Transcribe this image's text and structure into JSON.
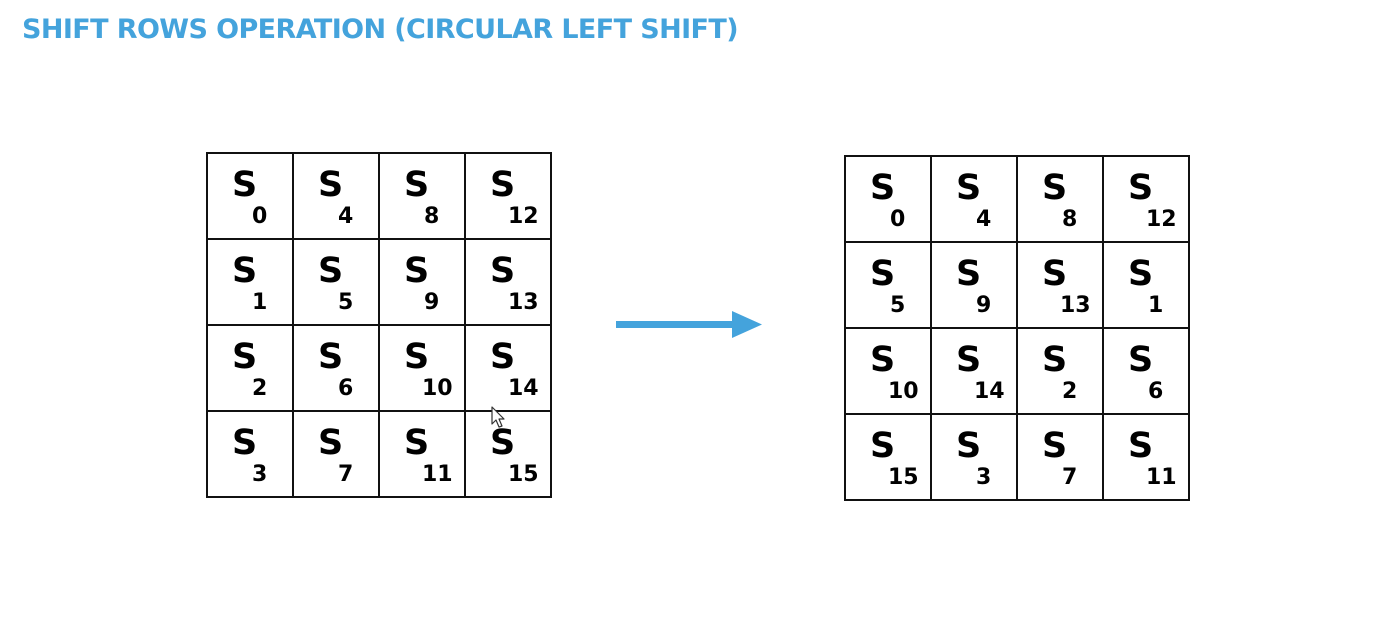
{
  "title": "SHIFT ROWS OPERATION (CIRCULAR LEFT SHIFT)",
  "colors": {
    "title": "#44a3dc",
    "arrow": "#44a3dc",
    "grid_line": "#111111"
  },
  "left_matrix": {
    "rows": [
      [
        {
          "s": "S",
          "i": "0"
        },
        {
          "s": "S",
          "i": "4"
        },
        {
          "s": "S",
          "i": "8"
        },
        {
          "s": "S",
          "i": "12"
        }
      ],
      [
        {
          "s": "S",
          "i": "1"
        },
        {
          "s": "S",
          "i": "5"
        },
        {
          "s": "S",
          "i": "9"
        },
        {
          "s": "S",
          "i": "13"
        }
      ],
      [
        {
          "s": "S",
          "i": "2"
        },
        {
          "s": "S",
          "i": "6"
        },
        {
          "s": "S",
          "i": "10"
        },
        {
          "s": "S",
          "i": "14"
        }
      ],
      [
        {
          "s": "S",
          "i": "3"
        },
        {
          "s": "S",
          "i": "7"
        },
        {
          "s": "S",
          "i": "11"
        },
        {
          "s": "S",
          "i": "15"
        }
      ]
    ]
  },
  "right_matrix": {
    "rows": [
      [
        {
          "s": "S",
          "i": "0"
        },
        {
          "s": "S",
          "i": "4"
        },
        {
          "s": "S",
          "i": "8"
        },
        {
          "s": "S",
          "i": "12"
        }
      ],
      [
        {
          "s": "S",
          "i": "5"
        },
        {
          "s": "S",
          "i": "9"
        },
        {
          "s": "S",
          "i": "13"
        },
        {
          "s": "S",
          "i": "1"
        }
      ],
      [
        {
          "s": "S",
          "i": "10"
        },
        {
          "s": "S",
          "i": "14"
        },
        {
          "s": "S",
          "i": "2"
        },
        {
          "s": "S",
          "i": "6"
        }
      ],
      [
        {
          "s": "S",
          "i": "15"
        },
        {
          "s": "S",
          "i": "3"
        },
        {
          "s": "S",
          "i": "7"
        },
        {
          "s": "S",
          "i": "11"
        }
      ]
    ]
  },
  "icons": {
    "arrow": "right-arrow-icon",
    "cursor": "mouse-cursor-icon"
  }
}
